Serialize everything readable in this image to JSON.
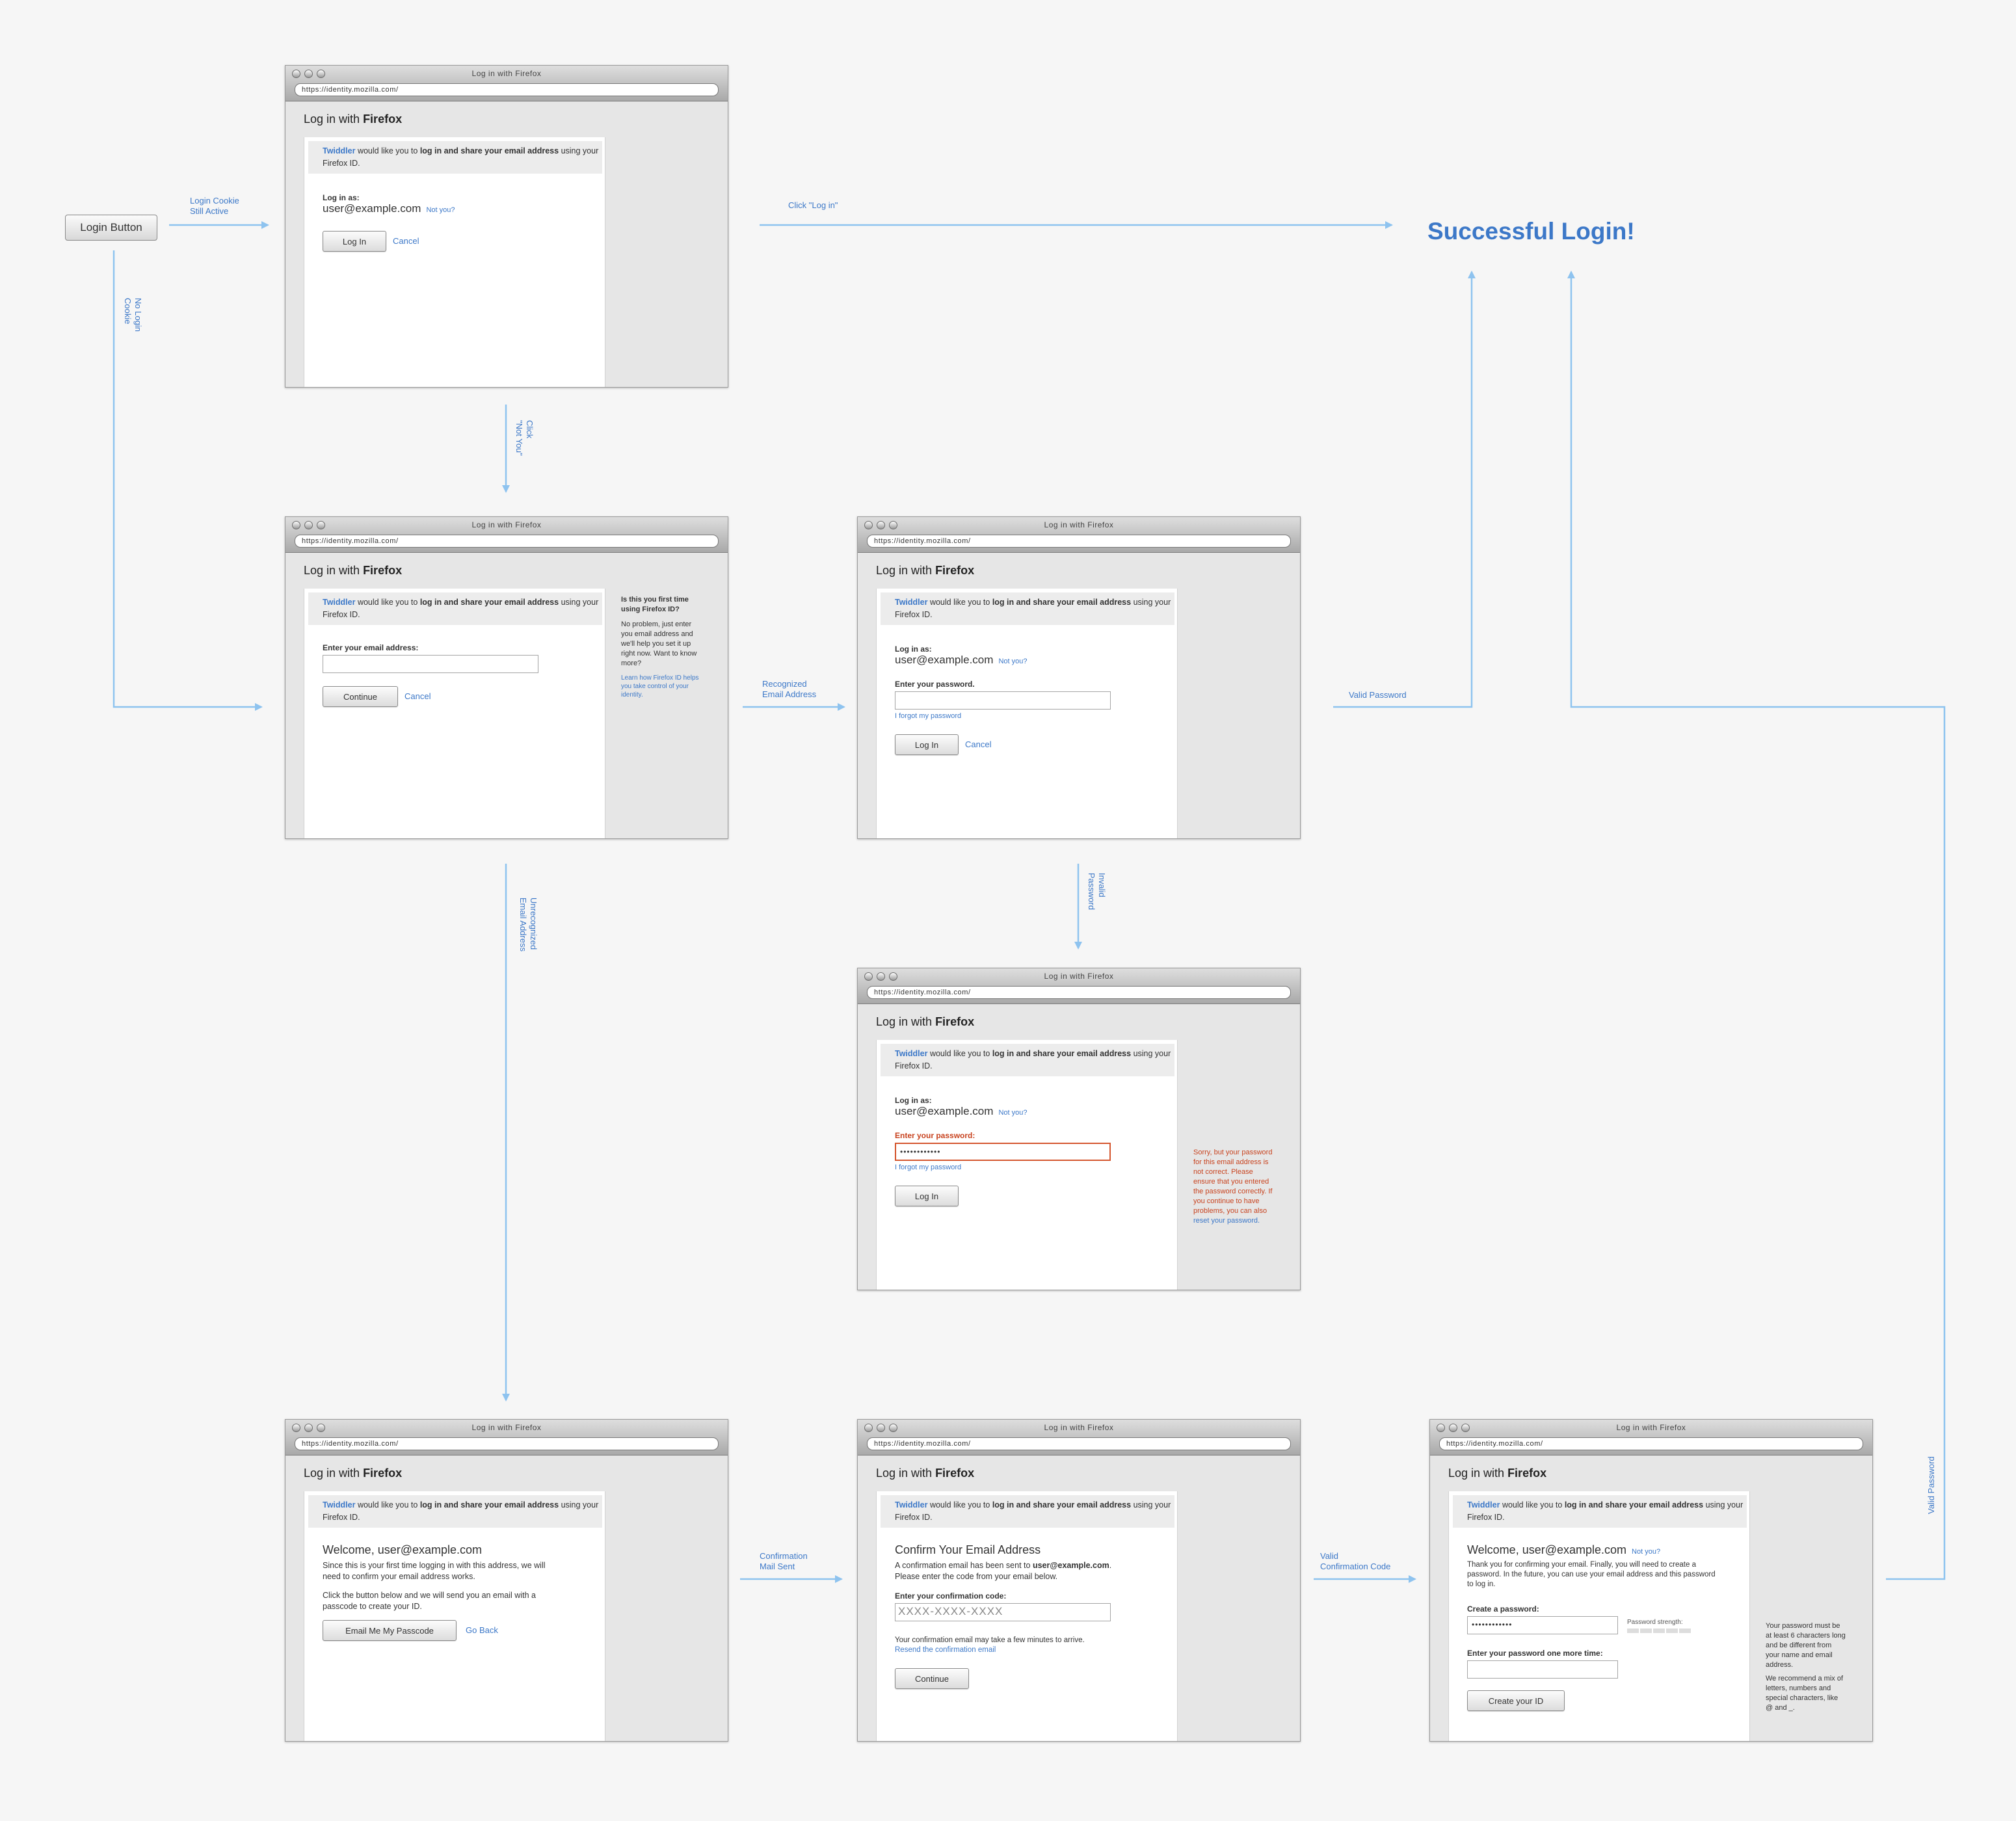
{
  "window": {
    "title": "Log in with Firefox",
    "url": "https://identity.mozilla.com/",
    "heading_prefix": "Log in with ",
    "heading_brand": "Firefox"
  },
  "request": {
    "app": "Twiddler",
    "mid": " would like you to ",
    "strong": "log in and share your email address",
    "end": " using your Firefox ID."
  },
  "common": {
    "log_in_as": "Log in as:",
    "user_email": "user@example.com",
    "not_you": "Not you?",
    "log_in_button": "Log In",
    "cancel": "Cancel",
    "enter_password": "Enter your password.",
    "enter_password_colon": "Enter your password:",
    "forgot": "I forgot my password",
    "masked_password": "••••••••••••"
  },
  "diagram": {
    "login_button": "Login Button",
    "success": "Successful Login!",
    "labels": {
      "cookie_active": [
        "Login Cookie",
        "Still Active"
      ],
      "no_cookie": [
        "No Login",
        "Cookie"
      ],
      "click_login": "Click \"Log in\"",
      "click_not_you": [
        "Click",
        "\"Not You\""
      ],
      "recognized": [
        "Recognized",
        "Email Address"
      ],
      "valid_password_1": "Valid Password",
      "invalid_password": [
        "Invalid",
        "Password"
      ],
      "unrecognized": [
        "Unrecognized",
        "Email Address"
      ],
      "confirmation_sent": [
        "Confirmation",
        "Mail Sent"
      ],
      "valid_code": [
        "Valid",
        "Confirmation Code"
      ],
      "valid_password_2": "Valid Password"
    }
  },
  "screen_email": {
    "prompt": "Enter your email address:",
    "continue": "Continue",
    "cancel": "Cancel",
    "side_title": [
      "Is this you first time",
      "using Firefox ID?"
    ],
    "side_body": [
      "No problem, just enter",
      "you email address and",
      "we'll help you set it up",
      "right now. Want to know",
      "more?"
    ],
    "side_link": [
      "Learn how Firefox ID helps",
      "you take control of your",
      "identity."
    ]
  },
  "screen_error": {
    "message": [
      "Sorry, but your password",
      "for this email address is",
      "not correct. Please",
      "ensure that you entered",
      "the password correctly. If",
      "you continue to have",
      "problems, you can also"
    ],
    "reset_link": "reset your password."
  },
  "screen_welcome": {
    "title": "Welcome, user@example.com",
    "p1": [
      "Since this is your first time logging in with this address, we will",
      "need to confirm your email address works."
    ],
    "p2": [
      "Click the button below and we will send you an email with a",
      "passcode to create your ID."
    ],
    "button": "Email Me My Passcode",
    "back": "Go Back"
  },
  "screen_confirm": {
    "title": "Confirm Your Email Address",
    "p1_a": "A confirmation email has been sent to ",
    "p1_b": "user@example.com",
    "p1_c": ".",
    "p1_line2": "Please enter the code from your email below.",
    "code_label": "Enter your confirmation code:",
    "code_placeholder": "XXXX-XXXX-XXXX",
    "note": "Your confirmation email may take a few minutes to arrive.",
    "resend": "Resend the confirmation email",
    "continue": "Continue"
  },
  "screen_create": {
    "title": "Welcome, user@example.com",
    "not_you": "Not you?",
    "p1": [
      "Thank you for confirming your email. Finally, you will need to create a",
      "password. In the future, you can use your email address and this password",
      "to log in."
    ],
    "create_label": "Create a password:",
    "again_label": "Enter your password one more time:",
    "strength": "Password strength:",
    "button": "Create your ID",
    "tip1": [
      "Your password must be",
      "at least 6 characters long",
      "and be different from",
      "your name and email",
      "address."
    ],
    "tip2": [
      "We recommend a mix of",
      "letters, numbers and",
      "special characters, like",
      "@ and _."
    ]
  },
  "colors": {
    "accent": "#3c78c8",
    "arrow": "#8ec3ef",
    "error": "#c8431f"
  }
}
